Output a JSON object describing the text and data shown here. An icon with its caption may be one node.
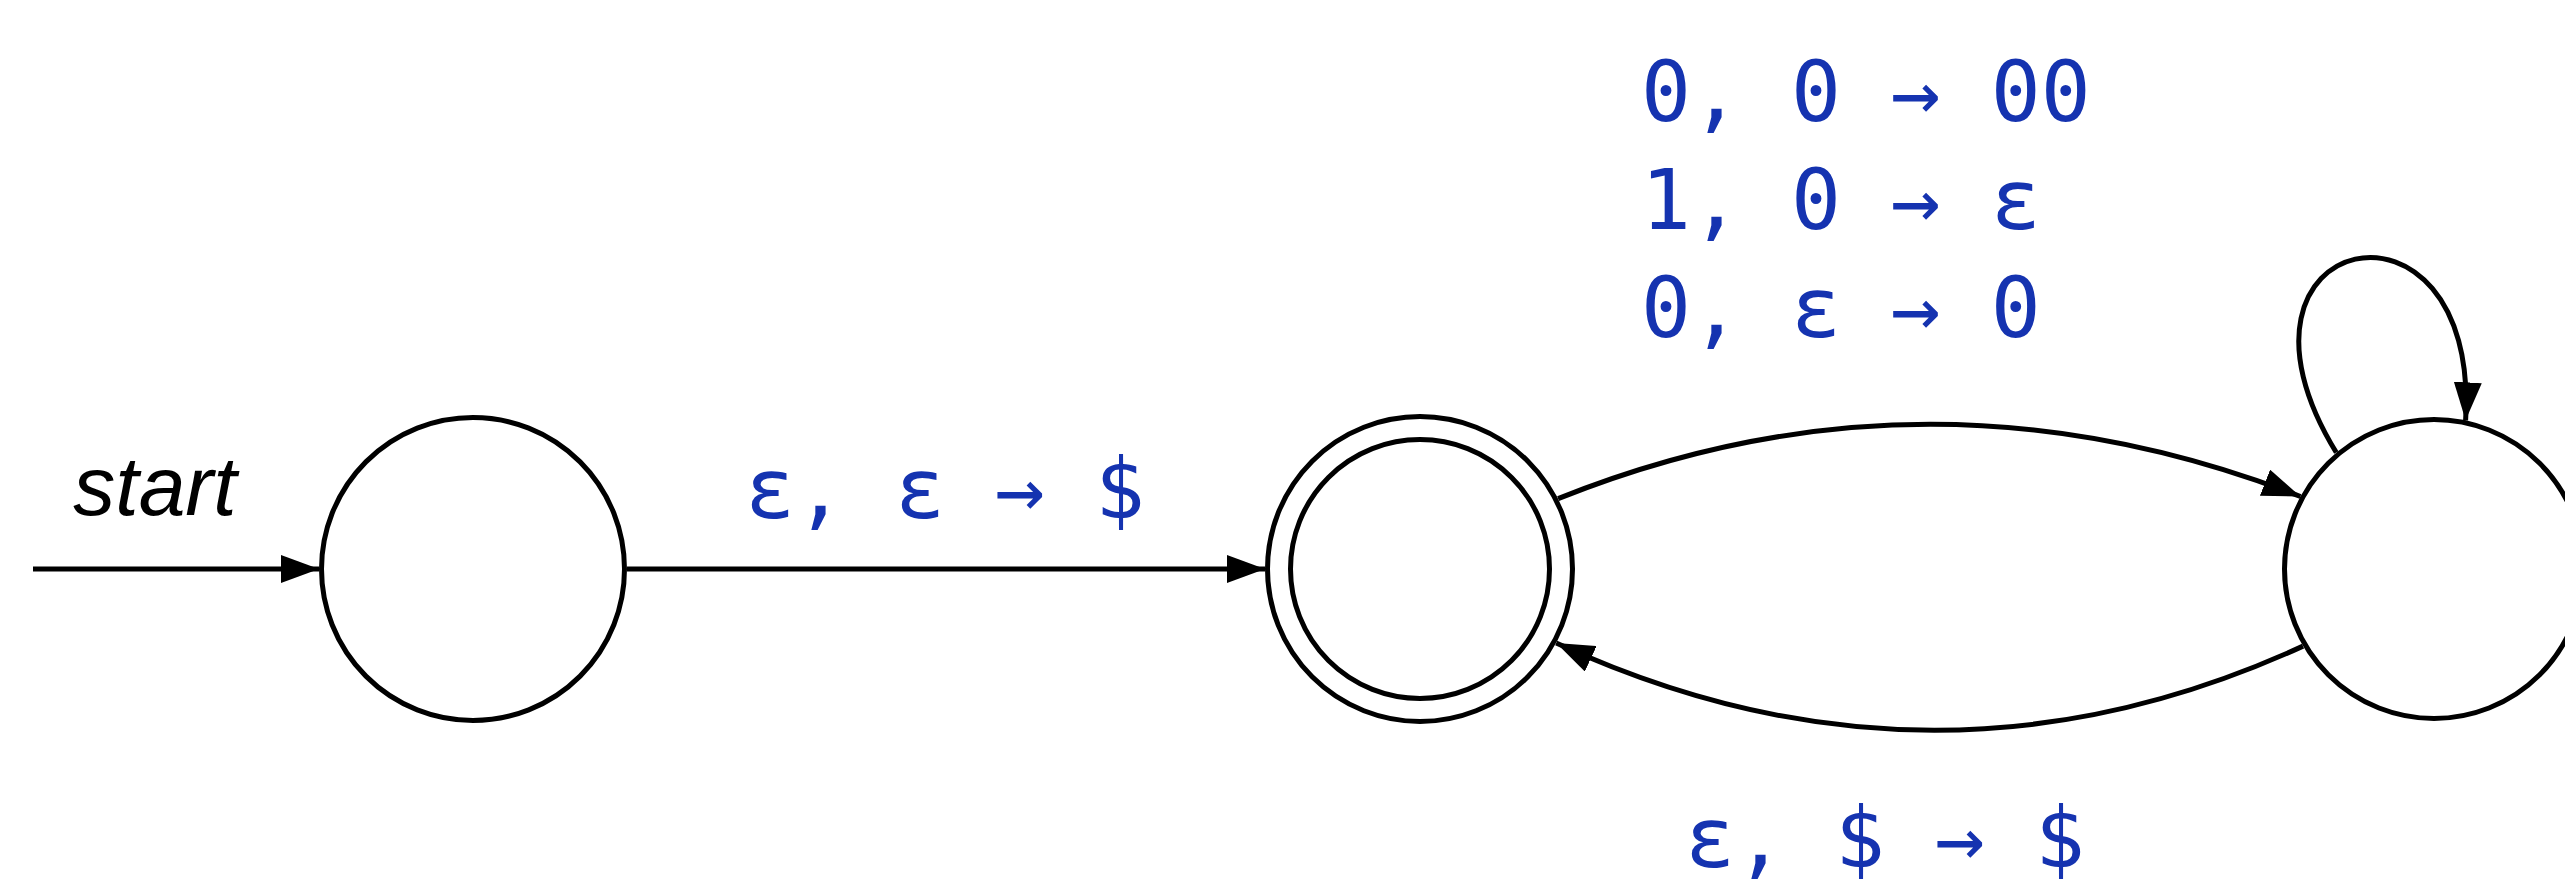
{
  "diagram": {
    "nodes": [
      {
        "text": [],
        "shape": "circle"
      },
      {
        "text": [],
        "shape": "circle"
      },
      {
        "text": [],
        "shape": "circle"
      }
    ],
    "edges": [
      {
        "from": null,
        "to": 0,
        "arrow": "to",
        "label": "start"
      },
      {
        "from": 0,
        "to": 1,
        "arrow": "to",
        "label": "ε, ε → $"
      },
      {
        "from": 1,
        "to": 2,
        "arrow": "to"
      },
      {
        "from": 2,
        "to": 2,
        "arrow": "to",
        "label": "0, 0 → 00 1, 0 → ε 0, ε → 0"
      },
      {
        "from": 2,
        "to": 1,
        "arrow": "to",
        "label": "ε, $ → $"
      }
    ]
  }
}
